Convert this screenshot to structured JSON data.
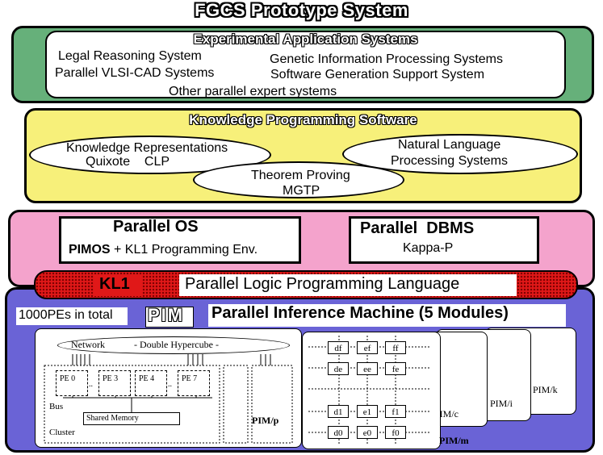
{
  "title": "FGCS Prototype System",
  "colors": {
    "app_layer": "#66b07a",
    "kps_layer": "#f7f07a",
    "os_layer": "#f4a3cc",
    "kl1_band": "#e01818",
    "pim_layer": "#6a63d6"
  },
  "applications": {
    "heading": "Experimental Application Systems",
    "items": [
      "Legal Reasoning System",
      "Genetic Information Processing Systems",
      "Parallel VLSI-CAD Systems",
      "Software Generation Support System",
      "Other parallel expert systems"
    ]
  },
  "kps": {
    "heading": "Knowledge Programming Software",
    "kr_line1": "Knowledge Representations",
    "kr_line2": "Quixote    CLP",
    "nl_line1": "Natural Language",
    "nl_line2": "Processing Systems",
    "tp_line1": "Theorem Proving",
    "tp_line2": "MGTP"
  },
  "os": {
    "title": "Parallel OS",
    "pimos": "PIMOS",
    "sub": " + KL1 Programming Env."
  },
  "dbms": {
    "title": "Parallel  DBMS",
    "sub": "Kappa-P"
  },
  "kl1": {
    "label": "KL1",
    "desc": "Parallel Logic Programming Language"
  },
  "pim": {
    "total": "1000PEs in total",
    "logo": "PIM",
    "title": "Parallel Inference Machine (5 Modules)",
    "network": "Network",
    "hypercube": "- Double Hypercube -",
    "pe_labels": [
      "PE 0",
      "PE 3",
      "PE 4",
      "PE 7"
    ],
    "dots": "..",
    "bus": "Bus",
    "shared_memory": "Shared Memory",
    "cluster": "Cluster",
    "modules": [
      "PIM/p",
      "PIM/c",
      "PIM/i",
      "PIM/k",
      "PIM/m"
    ],
    "grid_top": [
      "df",
      "ef",
      "ff",
      "de",
      "ee",
      "fe"
    ],
    "grid_bottom": [
      "d1",
      "e1",
      "f1",
      "d0",
      "e0",
      "f0"
    ]
  }
}
